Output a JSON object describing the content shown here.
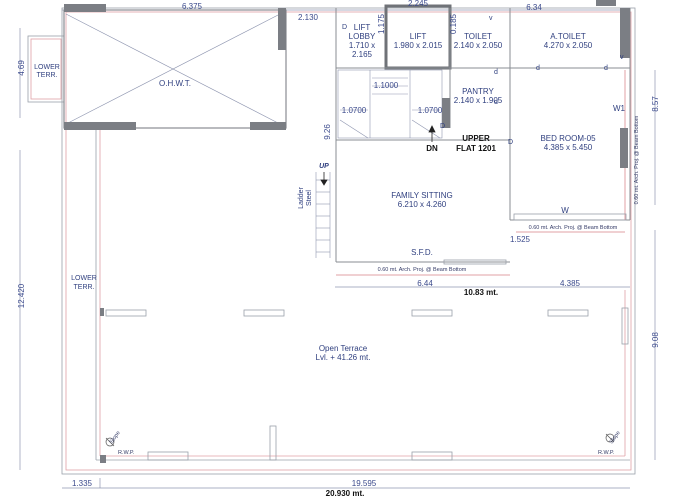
{
  "colors": {
    "wall": "#8a8d93",
    "wall_dark": "#6f7277",
    "line": "#9aa0aa",
    "red_line": "#e0a0a6",
    "text": "#2f3f7f",
    "bold_text": "#111111"
  },
  "rooms": {
    "lift_lobby": {
      "name1": "LIFT",
      "name2": "LOBBY",
      "size1": "1.710 x",
      "size2": "2.165"
    },
    "lift": {
      "name": "LIFT",
      "size": "1.980 x 2.015"
    },
    "toilet": {
      "name": "TOILET",
      "size": "2.140 x 2.050"
    },
    "a_toilet": {
      "name": "A.TOILET",
      "size": "4.270 x 2.050"
    },
    "pantry": {
      "name": "PANTRY",
      "size": "2.140 x 1.905"
    },
    "bed_room": {
      "name": "BED ROOM-05",
      "size": "4.385 x 5.450"
    },
    "family_sitting": {
      "name": "FAMILY SITTING",
      "size": "6.210 x 4.260"
    },
    "ohwt": {
      "name": "O.H.W.T."
    },
    "open_terrace": {
      "name": "Open Terrace",
      "level": "Lvl. + 41.26 mt."
    },
    "lower_terr_top": {
      "line1": "LOWER",
      "line2": "TERR."
    },
    "lower_terr_left": {
      "line1": "LOWER",
      "line2": "TERR."
    }
  },
  "labels": {
    "upper_flat_line1": "UPPER",
    "upper_flat_line2": "FLAT 1201",
    "dn": "DN",
    "up": "UP",
    "sfd": "S.F.D.",
    "w1": "W1",
    "w": "W",
    "ladder_line1": "Ladder",
    "ladder_line2": "Steel",
    "rwp_left": "R.W.P.",
    "rwp_right": "R.W.P.",
    "slope_left": "Slope",
    "slope_right": "Slope",
    "d_marks": [
      "D",
      "D",
      "D",
      "d",
      "d",
      "d",
      "d",
      "v",
      "v"
    ],
    "arch_proj_bottom": "0.60 mt. Arch. Proj. @ Beam Bottom",
    "arch_proj_right": "0.60 mt. Arch. Proj. @ Beam Bottom",
    "arch_proj_vertical": "0.60 mt. Arch. Proj. @ Beam Bottom"
  },
  "dimensions": {
    "d_6375": "6.375",
    "d_2130": "2.130",
    "d_2245": "2.245",
    "d_634": "6.34",
    "d_1175": "1.175",
    "d_0185": "0.185",
    "d_469": "4.69",
    "d_1100": "1.1000",
    "d_10700a": "1.0700",
    "d_10700b": "1.0700",
    "d_926": "9.26",
    "d_857": "8.57",
    "d_1525": "1.525",
    "d_644": "6.44",
    "d_4385": "4.385",
    "d_1083": "10.83 mt.",
    "d_12420": "12.420",
    "d_908": "9.08",
    "d_1335": "1.335",
    "d_19595": "19.595",
    "d_20930": "20.930 mt."
  }
}
